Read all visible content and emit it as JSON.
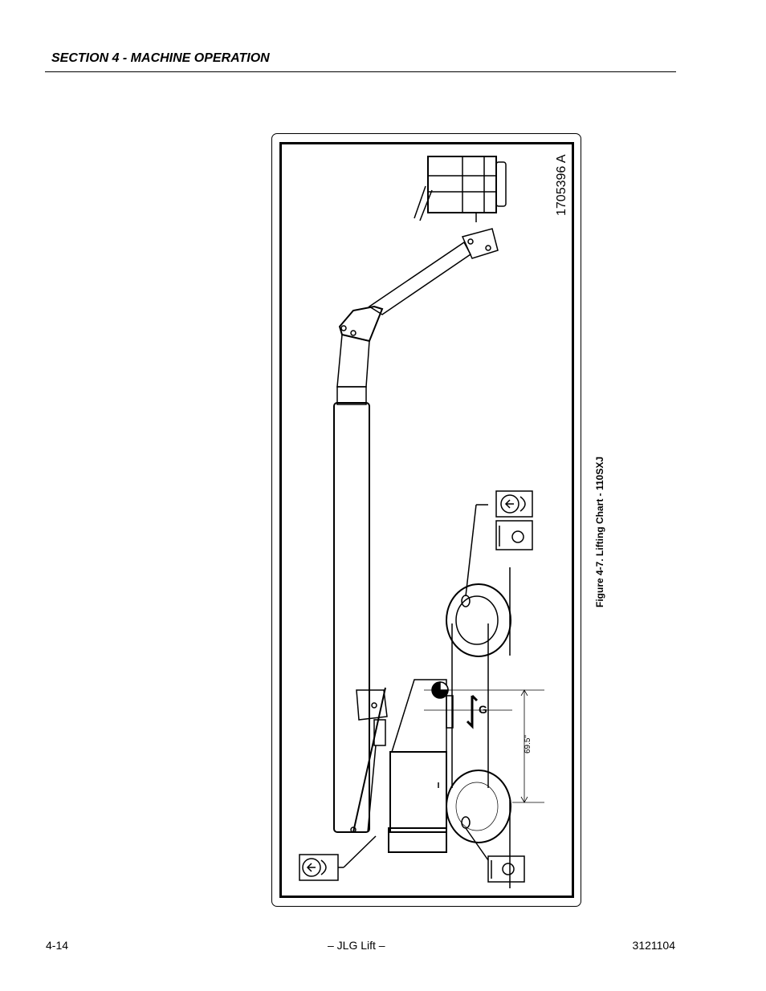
{
  "header": {
    "section_title": "SECTION 4 - MACHINE OPERATION"
  },
  "figure": {
    "part_number": "1705396 A",
    "dimension_label": "69.5\"",
    "caption": "Figure 4-7.  Lifting Chart - 110SXJ"
  },
  "footer": {
    "page_number": "4-14",
    "publisher": "– JLG Lift –",
    "document_number": "3121104"
  }
}
